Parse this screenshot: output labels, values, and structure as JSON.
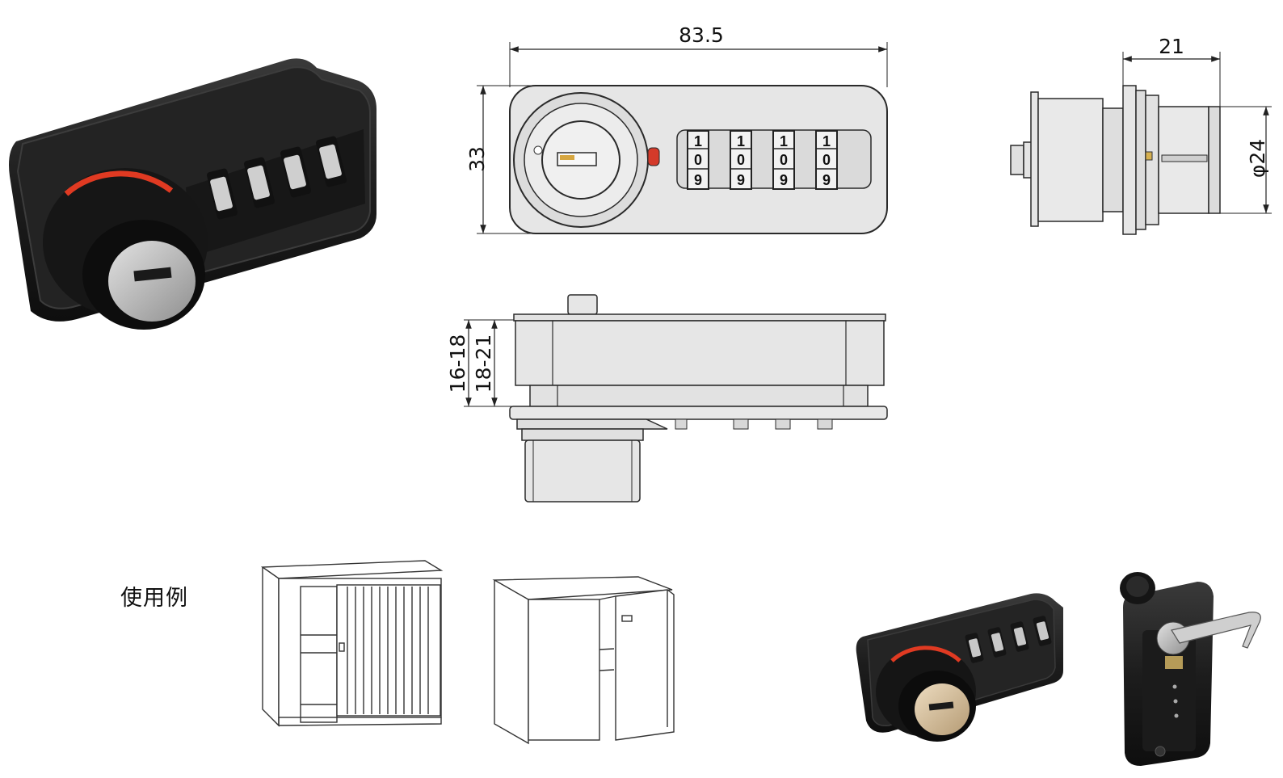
{
  "dimensions": {
    "front_width": "83.5",
    "front_height": "33",
    "side_depth": "21",
    "side_diameter": "φ24",
    "bottom_thickness_a": "16-18",
    "bottom_thickness_b": "18-21"
  },
  "dial_digits": {
    "top": "1",
    "middle": "0",
    "bottom": "9"
  },
  "usage_label": "使用例",
  "colors": {
    "body_fill": "#e6e6e6",
    "outline": "#2a2a2a",
    "lock_black": "#1e1e1e",
    "accent_red": "#e03a22",
    "key_silver": "#b9b9b9",
    "key_brass": "#d9c3a1"
  }
}
